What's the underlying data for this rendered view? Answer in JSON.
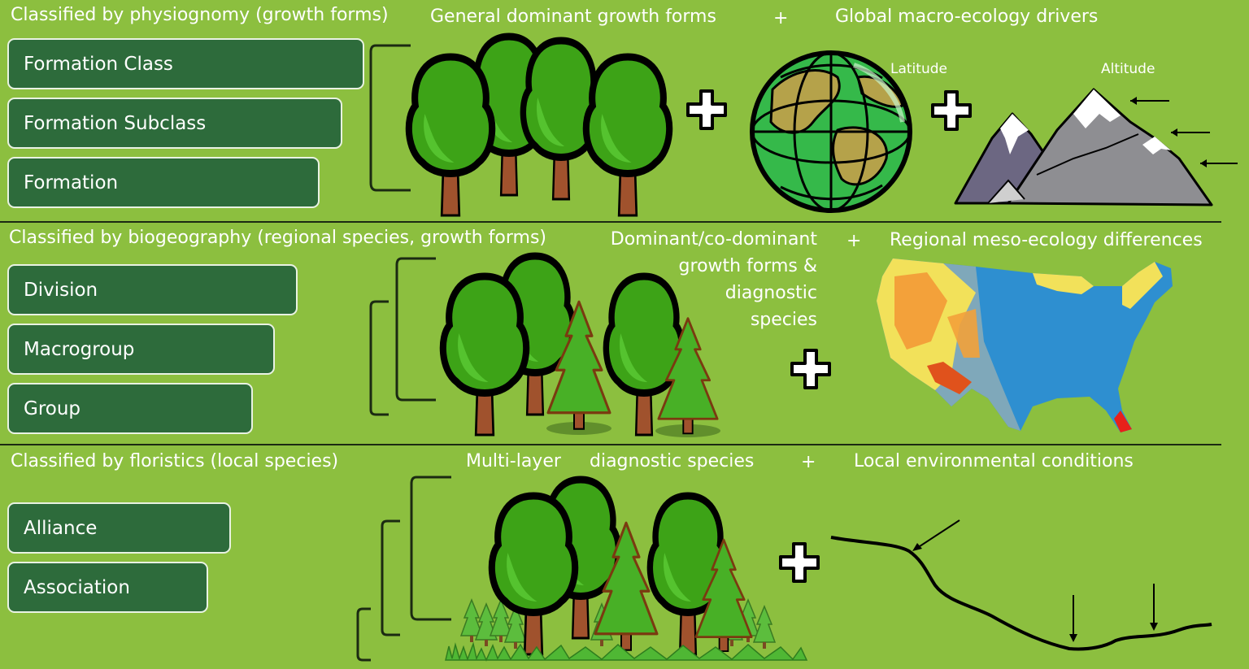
{
  "tier1": {
    "heading": "Classified by physiognomy  (growth forms)",
    "boxes": [
      "Formation Class",
      "Formation Subclass",
      "Formation"
    ],
    "col_title": "General dominant growth forms",
    "plus": "+",
    "drivers_title": "Global macro-ecology drivers",
    "latitude_label": "Latitude",
    "altitude_label": "Altitude"
  },
  "tier2": {
    "heading": "Classified by biogeography  (regional species, growth forms)",
    "boxes": [
      "Division",
      "Macrogroup",
      "Group"
    ],
    "col_title_lines": [
      "Dominant/co-dominant",
      "growth forms &",
      "diagnostic",
      "species"
    ],
    "plus": "+",
    "drivers_title": "Regional meso-ecology differences"
  },
  "tier3": {
    "heading": "Classified by floristics (local species)",
    "boxes": [
      "Alliance",
      "Association"
    ],
    "col_title_a": "Multi-layer",
    "col_title_b": "diagnostic species",
    "plus": "+",
    "drivers_title": "Local environmental conditions"
  },
  "colors": {
    "background": "#8cbf3f",
    "box_fill": "#2d6b3b",
    "tree_green": "#3da317",
    "trunk": "#a0522d",
    "map_blue": "#2e8fd0",
    "map_yellow": "#f2e15a",
    "map_orange": "#f3a13a"
  }
}
